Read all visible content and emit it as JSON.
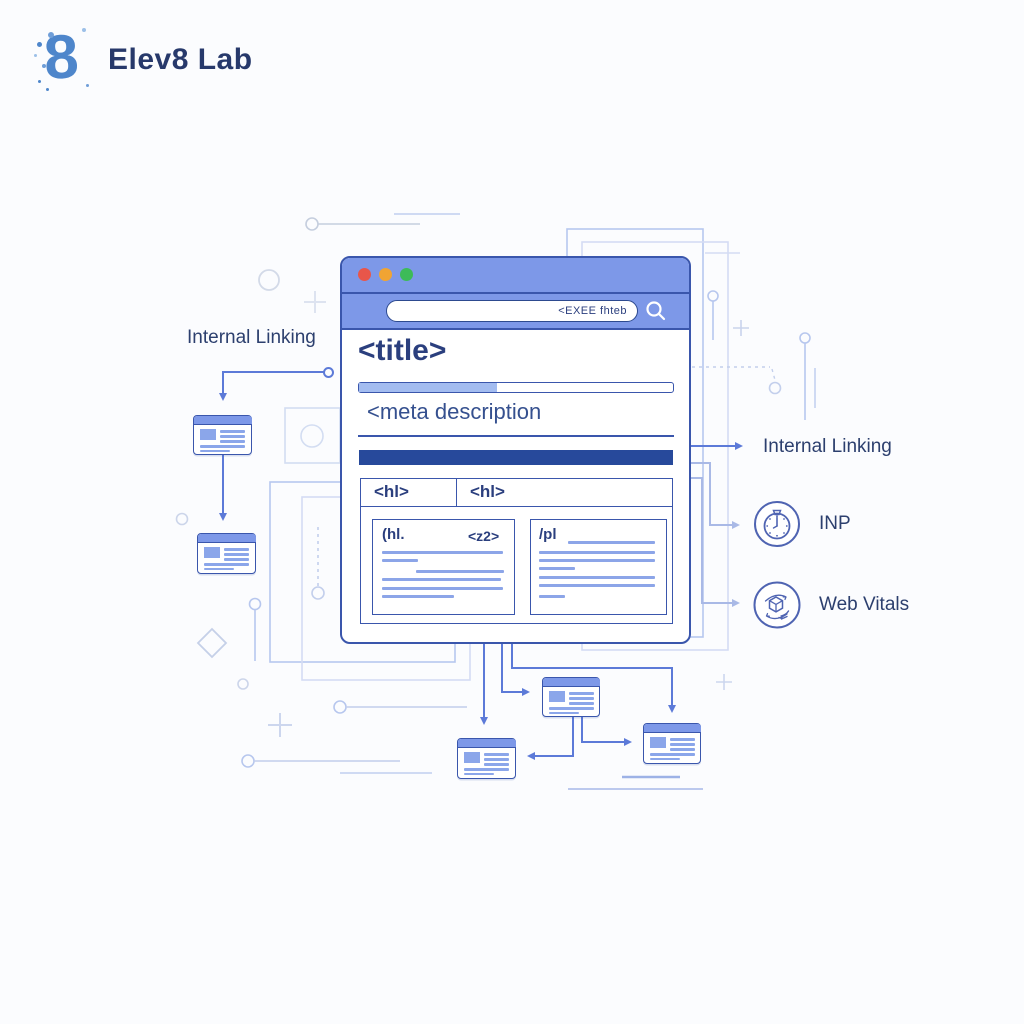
{
  "logo": {
    "mark": "8",
    "name": "Elev8 Lab"
  },
  "left_label": "Internal Linking",
  "browser": {
    "search_text": "<EXEE fhteb",
    "title_tag": "<title>",
    "meta_tag": "<meta description",
    "h1_left": "<hl>",
    "h1_right": "<hl>",
    "box_left_heading": "(hl.",
    "box_left_tag": "<z2>",
    "box_right_heading": "/pl"
  },
  "right_labels": {
    "internal_linking": "Internal Linking",
    "inp": "INP",
    "web_vitals": "Web Vitals"
  },
  "colors": {
    "header_blue": "#7d98e8",
    "border_blue": "#3a56ac",
    "navy_text": "#2b3f7e",
    "dark_bar": "#27499b",
    "connector": "#5c7ad8",
    "light_connector": "#a9b9e6",
    "traffic_red": "#e8564a",
    "traffic_yellow": "#f0a433",
    "traffic_green": "#3dbb58"
  }
}
